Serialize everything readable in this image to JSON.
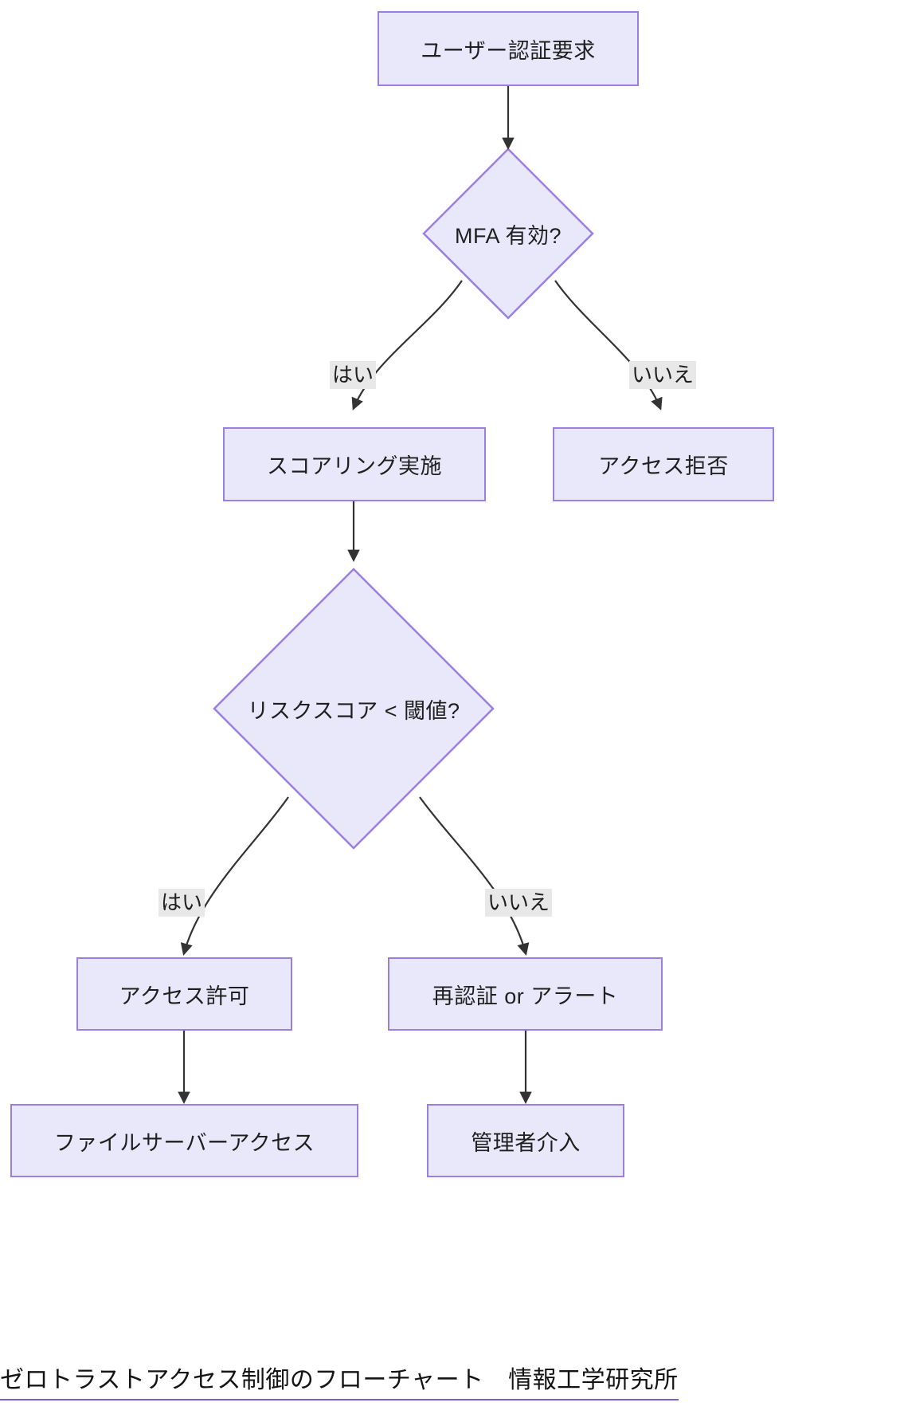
{
  "chart_data": {
    "type": "diagram",
    "diagram_kind": "flowchart",
    "orientation": "top-down",
    "title": "ゼロトラストアクセス制御のフローチャート　情報工学研究所",
    "nodes": [
      {
        "id": "n1",
        "label": "ユーザー認証要求",
        "shape": "rect"
      },
      {
        "id": "n2",
        "label": "MFA 有効?",
        "shape": "diamond"
      },
      {
        "id": "n3",
        "label": "スコアリング実施",
        "shape": "rect"
      },
      {
        "id": "n4",
        "label": "アクセス拒否",
        "shape": "rect"
      },
      {
        "id": "n5",
        "label": "リスクスコア < 閾値?",
        "shape": "diamond"
      },
      {
        "id": "n6",
        "label": "アクセス許可",
        "shape": "rect"
      },
      {
        "id": "n7",
        "label": "再認証 or アラート",
        "shape": "rect"
      },
      {
        "id": "n8",
        "label": "ファイルサーバーアクセス",
        "shape": "rect"
      },
      {
        "id": "n9",
        "label": "管理者介入",
        "shape": "rect"
      }
    ],
    "edges": [
      {
        "from": "n1",
        "to": "n2",
        "label": ""
      },
      {
        "from": "n2",
        "to": "n3",
        "label": "はい"
      },
      {
        "from": "n2",
        "to": "n4",
        "label": "いいえ"
      },
      {
        "from": "n3",
        "to": "n5",
        "label": ""
      },
      {
        "from": "n5",
        "to": "n6",
        "label": "はい"
      },
      {
        "from": "n5",
        "to": "n7",
        "label": "いいえ"
      },
      {
        "from": "n6",
        "to": "n8",
        "label": ""
      },
      {
        "from": "n7",
        "to": "n9",
        "label": ""
      }
    ],
    "colors": {
      "node_fill": "#e9e8fb",
      "node_border": "#9a7fe0",
      "edge_line": "#333333",
      "edge_label_bg": "#e8e8e8",
      "text": "#1f1f1f",
      "caption_underline": "#7a5fc9"
    }
  },
  "nodes": {
    "n1": {
      "label": "ユーザー認証要求"
    },
    "n2": {
      "label": "MFA 有効?"
    },
    "n3": {
      "label": "スコアリング実施"
    },
    "n4": {
      "label": "アクセス拒否"
    },
    "n5": {
      "label": "リスクスコア < 閾値?"
    },
    "n6": {
      "label": "アクセス許可"
    },
    "n7": {
      "label": "再認証 or アラート"
    },
    "n8": {
      "label": "ファイルサーバーアクセス"
    },
    "n9": {
      "label": "管理者介入"
    }
  },
  "edge_labels": {
    "mfa_yes": "はい",
    "mfa_no": "いいえ",
    "risk_yes": "はい",
    "risk_no": "いいえ"
  },
  "caption": {
    "text": "ゼロトラストアクセス制御のフローチャート　情報工学研究所"
  }
}
